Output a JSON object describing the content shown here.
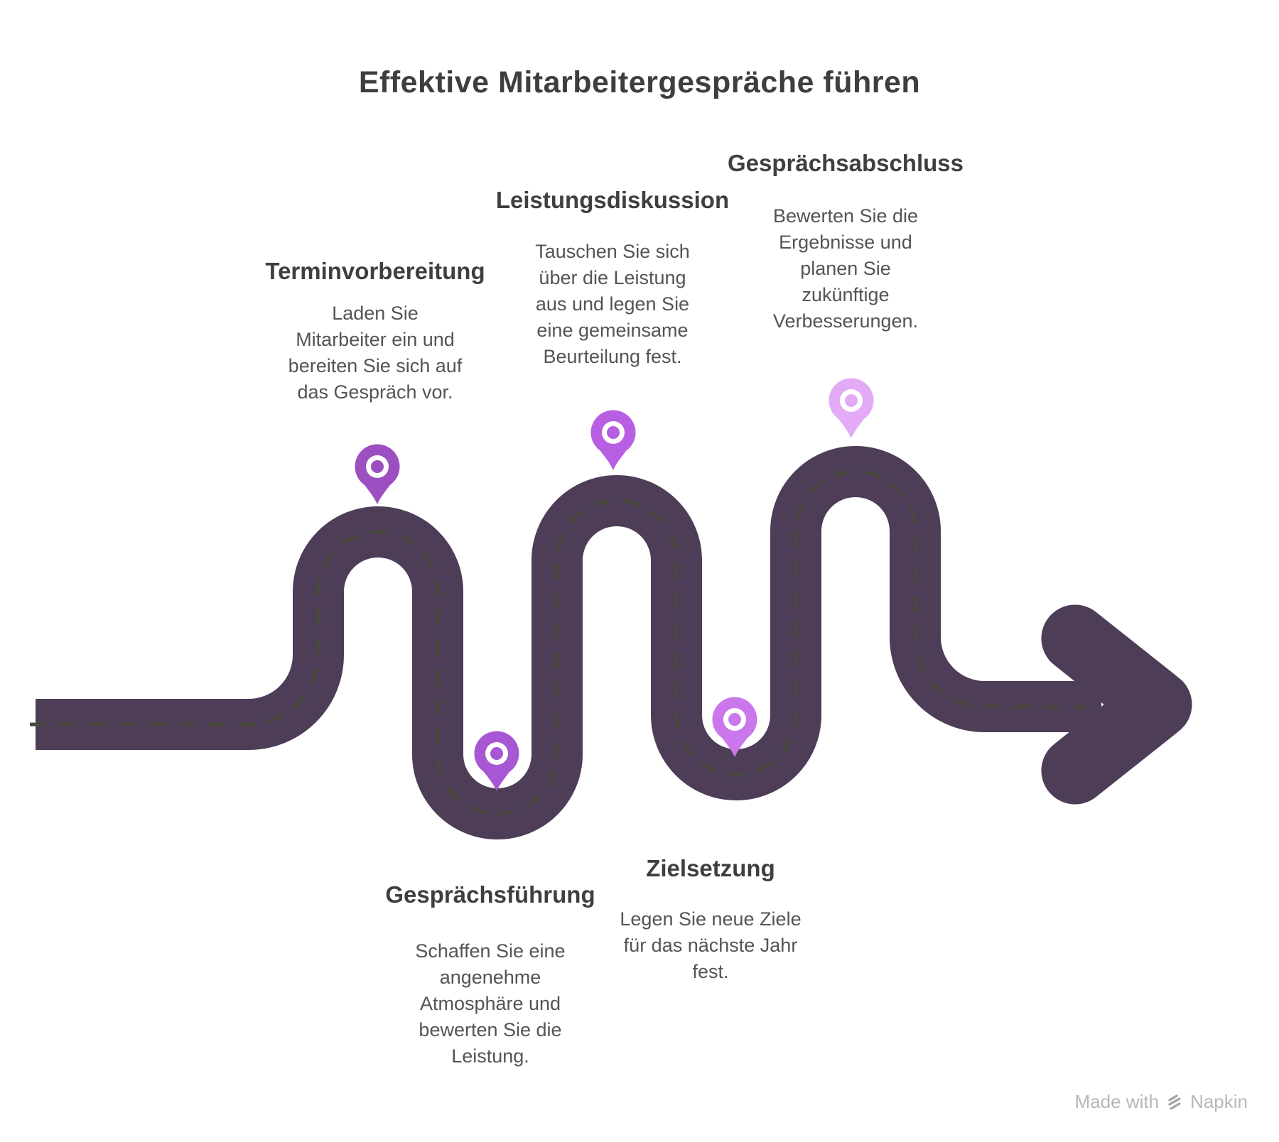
{
  "title": "Effektive Mitarbeitergespräche führen",
  "colors": {
    "road": "#4d3d56",
    "centerline_dash": "#49483f",
    "heading_text": "#3f3f3f",
    "body_text": "#545454",
    "watermark_text": "#b7b7b7",
    "watermark_logo": "#a3a3a3",
    "background": "#ffffff"
  },
  "steps": [
    {
      "label": "Terminvorbereitung",
      "description": "Laden Sie\nMitarbeiter ein und\nbereiten Sie sich auf\ndas Gespräch vor.",
      "pin_color": "#9b4fc0"
    },
    {
      "label": "Gesprächsführung",
      "description": "Schaffen Sie eine\nangenehme\nAtmosphäre und\nbewerten Sie die\nLeistung.",
      "pin_color": "#a757d3"
    },
    {
      "label": "Leistungsdiskussion",
      "description": "Tauschen Sie sich\nüber die Leistung\naus und legen Sie\neine gemeinsame\nBeurteilung fest.",
      "pin_color": "#b75ee2"
    },
    {
      "label": "Zielsetzung",
      "description": "Legen Sie neue Ziele\nfür das nächste Jahr\nfest.",
      "pin_color": "#ca77ec"
    },
    {
      "label": "Gesprächsabschluss",
      "description": "Bewerten Sie die\nErgebnisse und\nplanen Sie\nzukünftige\nVerbesserungen.",
      "pin_color": "#e3abf5"
    }
  ],
  "watermark": {
    "prefix": "Made with",
    "brand": "Napkin"
  }
}
